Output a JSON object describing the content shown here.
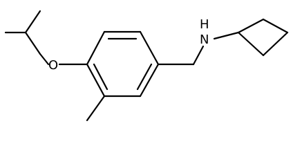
{
  "molecule": {
    "atoms": {
      "oxygen": "O",
      "amine": "H\nN",
      "amine_h": "H",
      "amine_n": "N"
    }
  },
  "colors": {
    "background": "#ffffff",
    "bond": "#000000",
    "text": "#000000"
  }
}
